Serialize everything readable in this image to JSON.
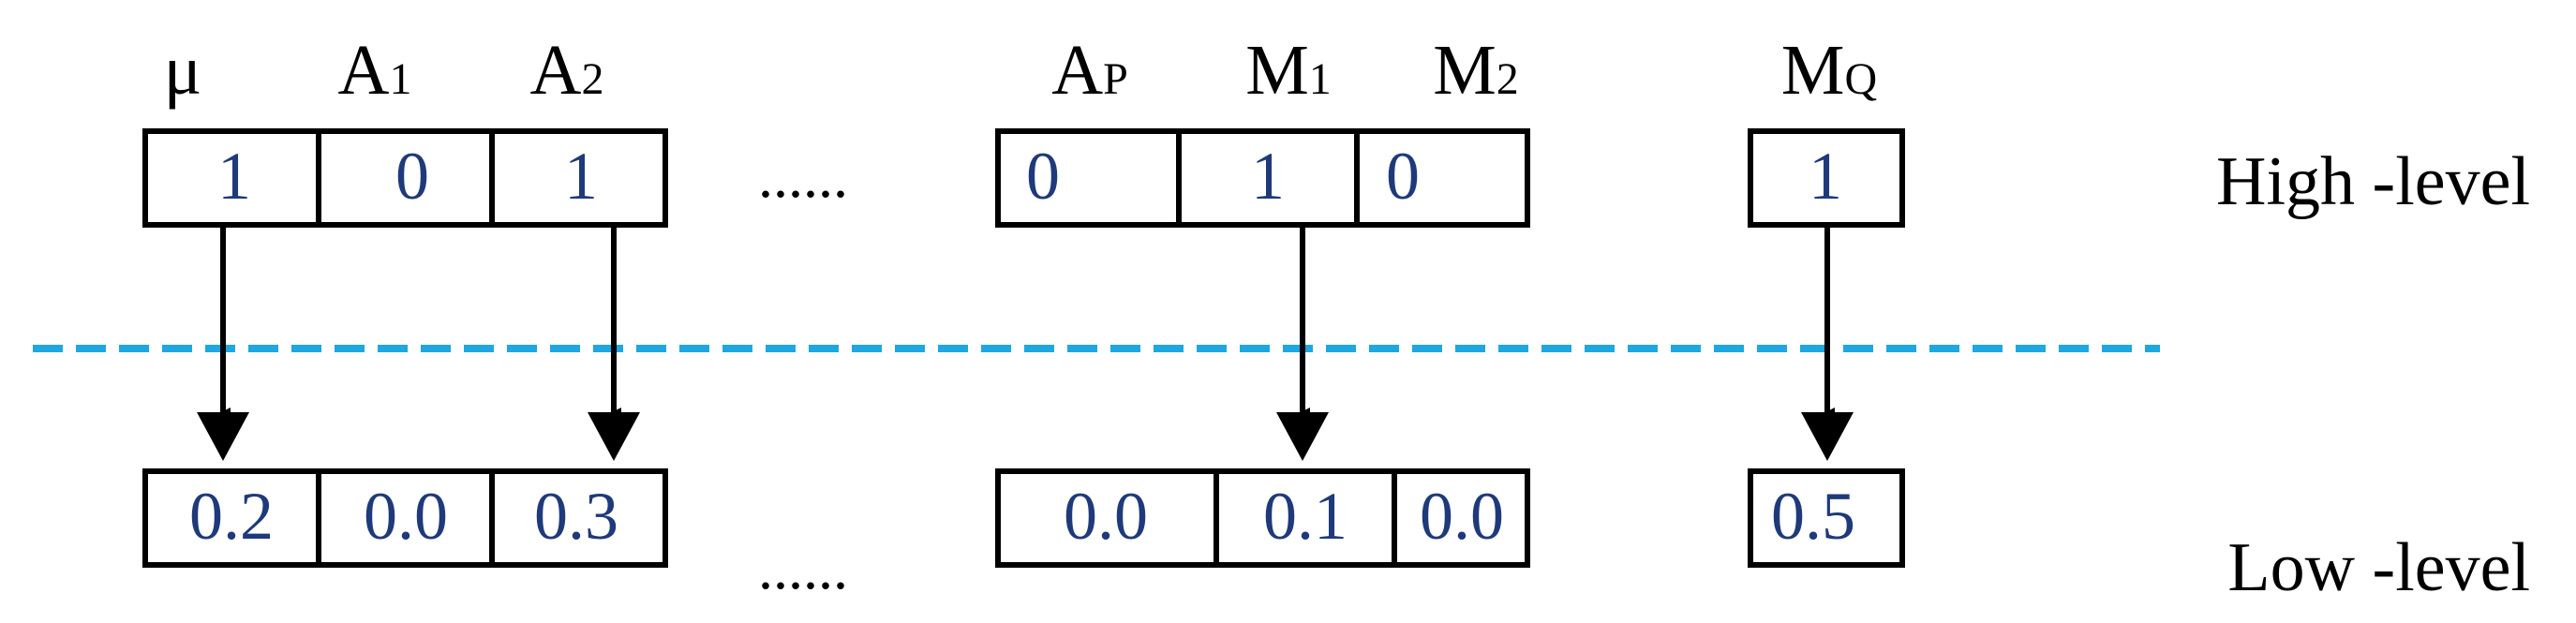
{
  "colors": {
    "value_text": "#1f3a7a",
    "box_stroke": "#000000",
    "divider": "#1ea7e1"
  },
  "header_labels": {
    "mu": {
      "base": "μ",
      "sub": ""
    },
    "a1": {
      "base": "A",
      "sub": "1"
    },
    "a2": {
      "base": "A",
      "sub": "2"
    },
    "ap": {
      "base": "A",
      "sub": "P"
    },
    "m1": {
      "base": "M",
      "sub": "1"
    },
    "m2": {
      "base": "M",
      "sub": "2"
    },
    "mq": {
      "base": "M",
      "sub": "Q"
    }
  },
  "high_level": {
    "label": "High -level",
    "values": [
      "1",
      "0",
      "1",
      "0",
      "1",
      "0",
      "1"
    ]
  },
  "low_level": {
    "label": "Low -level",
    "values": [
      "0.2",
      "0.0",
      "0.3",
      "0.0",
      "0.1",
      "0.0",
      "0.5"
    ]
  },
  "ellipsis_high": "......",
  "ellipsis_low": "......"
}
